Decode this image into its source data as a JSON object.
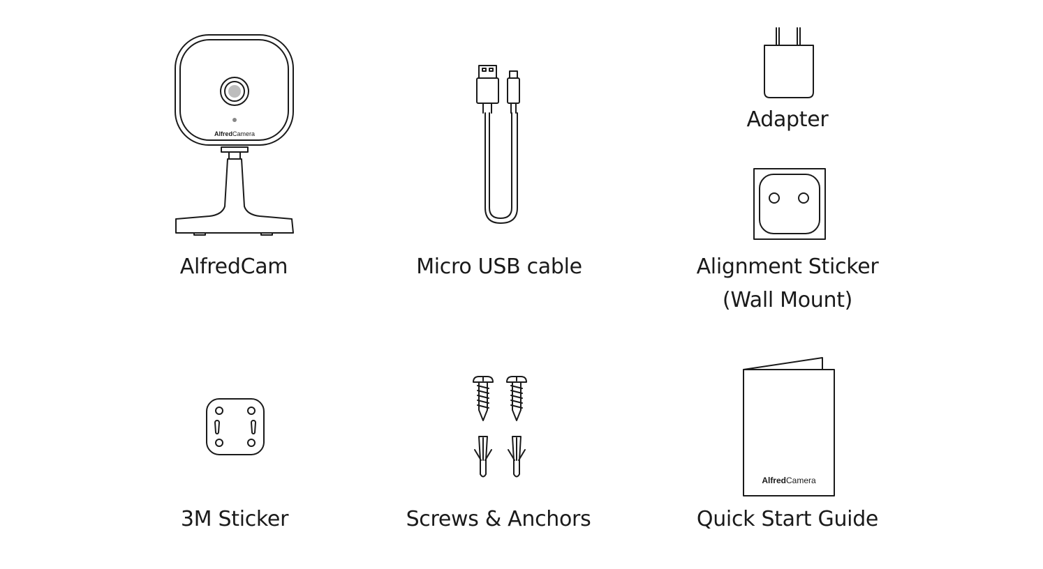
{
  "items": [
    {
      "label": "AlfredCam",
      "icon": "camera-icon",
      "brand_text": "AlfredCamera"
    },
    {
      "label": "Micro USB cable",
      "icon": "usb-cable-icon"
    },
    {
      "label": "Adapter",
      "icon": "power-adapter-icon"
    },
    {
      "label_line1": "Alignment Sticker",
      "label_line2": "(Wall Mount)",
      "icon": "alignment-sticker-icon"
    },
    {
      "label": "3M Sticker",
      "icon": "mount-sticker-icon"
    },
    {
      "label": "Screws & Anchors",
      "icon": "screws-anchors-icon"
    },
    {
      "label": "Quick Start Guide",
      "icon": "guide-booklet-icon",
      "brand_text": "AlfredCamera"
    }
  ],
  "colors": {
    "line": "#1a1a1a",
    "lens": "#bdbdbd",
    "background": "#ffffff"
  }
}
